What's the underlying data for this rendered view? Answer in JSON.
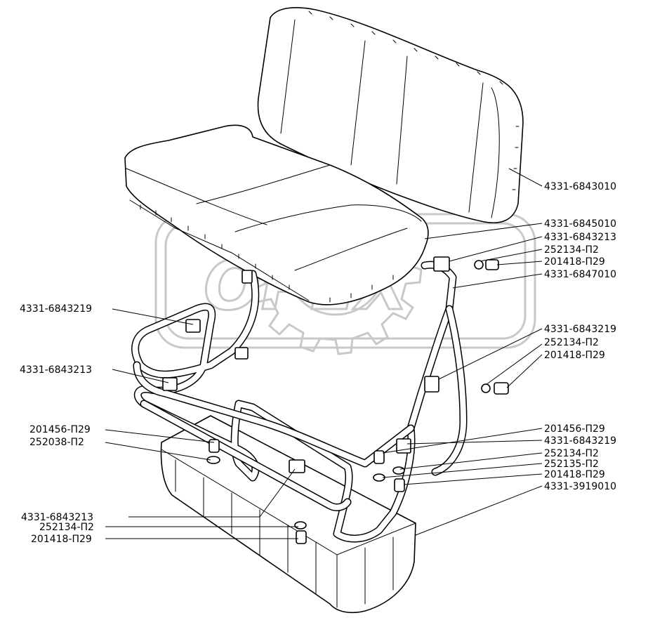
{
  "watermark": {
    "text": "OPEX"
  },
  "labels": {
    "backrest": "4331-6843010",
    "cushion": "4331-6845010",
    "top_right_bracket": "4331-6843213",
    "top_right_washer": "252134-П2",
    "top_right_bolt": "201418-П29",
    "frame": "4331-6847010",
    "left_upper_bracket": "4331-6843219",
    "mid_right_bracket": "4331-6843219",
    "mid_right_washer": "252134-П2",
    "mid_right_bolt": "201418-П29",
    "left_mid_bracket": "4331-6843213",
    "left_bolt": "201456-П29",
    "left_washer": "252038-П2",
    "right_bolt": "201456-П29",
    "right_bracket": "4331-6843219",
    "right_washer_1": "252134-П2",
    "right_washer_2": "252135-П2",
    "right_bolt_2": "201418-П29",
    "toolbox": "4331-3919010",
    "bottom_bracket": "4331-6843213",
    "bottom_washer": "252134-П2",
    "bottom_bolt": "201418-П29"
  }
}
